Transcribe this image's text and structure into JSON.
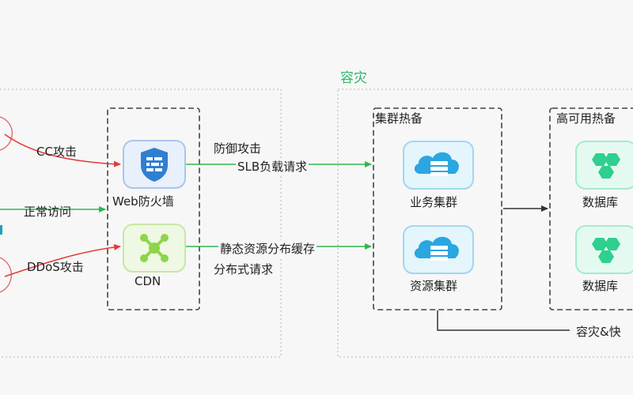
{
  "diagram": {
    "title": "容灾",
    "attacks": [
      {
        "label": "CC攻击"
      },
      {
        "label": "正常访问"
      },
      {
        "label": "DDoS攻击"
      }
    ],
    "edge_layer": {
      "waf": {
        "label": "Web防火墙",
        "icon": "firewall-icon"
      },
      "cdn": {
        "label": "CDN",
        "icon": "network-node-icon"
      }
    },
    "flows": [
      {
        "label": "防御攻击"
      },
      {
        "label": "SLB负载请求"
      },
      {
        "label": "静态资源分布缓存"
      },
      {
        "label": "分布式请求"
      }
    ],
    "cluster_group": {
      "title": "集群热备",
      "business": {
        "label": "业务集群",
        "icon": "cloud-server-icon"
      },
      "resource": {
        "label": "资源集群",
        "icon": "cloud-server-icon"
      }
    },
    "db_group": {
      "title": "高可用热备",
      "db1": {
        "label": "数据库",
        "icon": "database-icon"
      },
      "db2": {
        "label": "数据库",
        "icon": "database-icon"
      }
    },
    "footer_label": "容灾&快",
    "colors": {
      "attack_arrow": "#e53935",
      "normal_arrow": "#2db84d",
      "cloud_icon": "#2aa6e0",
      "db_icon": "#2ecf8f",
      "waf_icon": "#2f7fd1",
      "cdn_icon": "#8fd44a",
      "title": "#2fb86e"
    }
  }
}
